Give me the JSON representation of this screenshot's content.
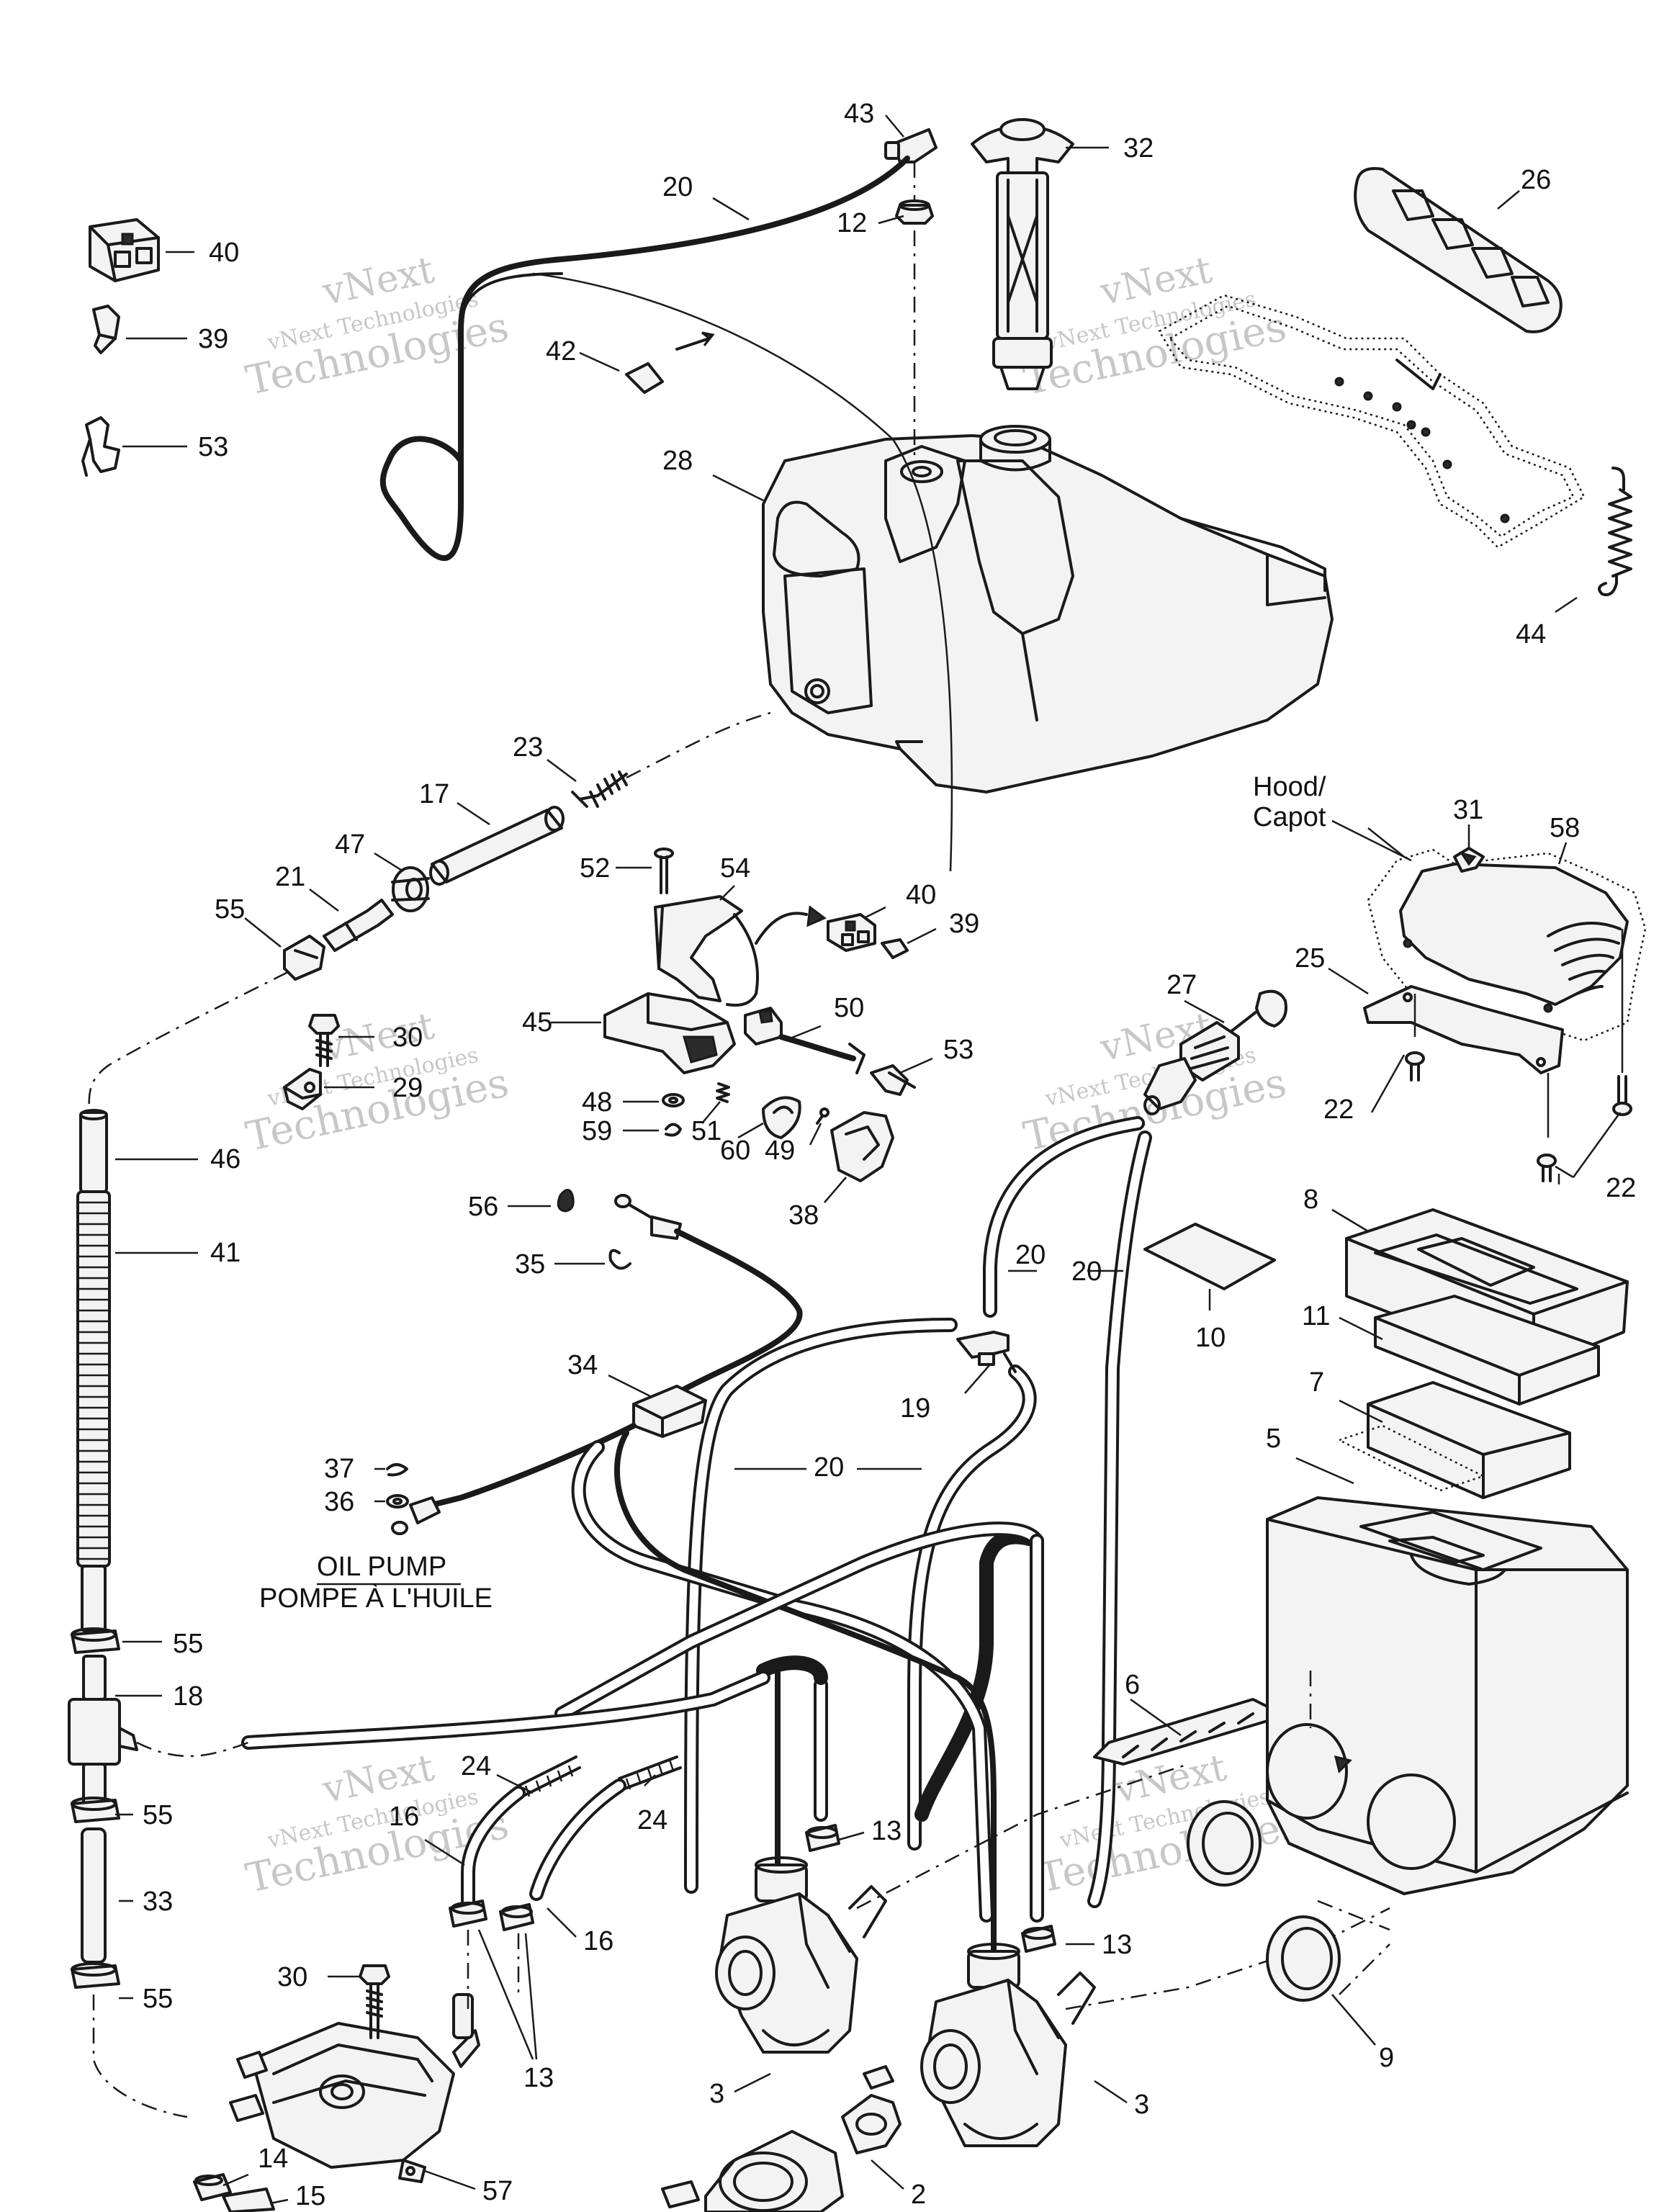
{
  "callouts": [
    "43",
    "32",
    "20",
    "12",
    "26",
    "40",
    "39",
    "53",
    "42",
    "28",
    "44",
    "23",
    "17",
    "47",
    "21",
    "55",
    "52",
    "54",
    "40",
    "39",
    "45",
    "50",
    "53",
    "30",
    "29",
    "48",
    "51",
    "59",
    "60",
    "49",
    "38",
    "Hood/",
    "Capot",
    "31",
    "58",
    "25",
    "27",
    "22",
    "22",
    "46",
    "41",
    "56",
    "35",
    "20",
    "20",
    "8",
    "10",
    "11",
    "7",
    "19",
    "5",
    "34",
    "20",
    "37",
    "36",
    "55",
    "18",
    "6",
    "24",
    "16",
    "55",
    "13",
    "24",
    "33",
    "16",
    "13",
    "30",
    "55",
    "13",
    "3",
    "9",
    "3",
    "14",
    "57",
    "2",
    "15"
  ],
  "labels": {
    "oil_pump_en": "OIL PUMP",
    "oil_pump_fr": "POMPE À L'HUILE",
    "hood_en": "Hood/",
    "hood_fr": "Capot"
  },
  "watermark": {
    "line1": "vNext",
    "line2": "vNext Technologies",
    "line3": "Technologies"
  }
}
